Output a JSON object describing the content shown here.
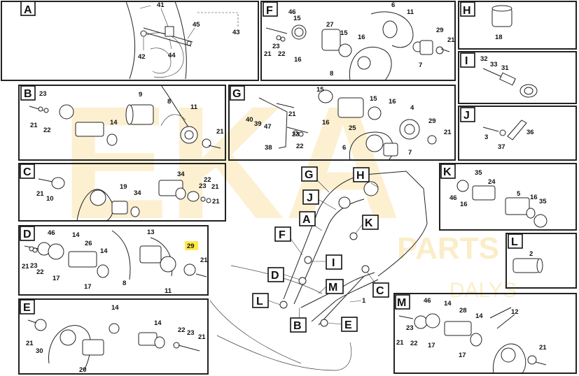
{
  "watermark": {
    "brand": "EKA",
    "lines": [
      "PARTS",
      "DALYS"
    ],
    "color": "#f5c64a"
  },
  "highlight": {
    "label": "29",
    "color": "#ffe94a"
  },
  "panels": [
    {
      "letter": "A",
      "callouts": [
        "41",
        "45",
        "43",
        "44",
        "42"
      ]
    },
    {
      "letter": "F",
      "callouts": [
        "46",
        "15",
        "27",
        "15",
        "16",
        "6",
        "11",
        "29",
        "21",
        "21",
        "23",
        "22",
        "16",
        "8",
        "7"
      ]
    },
    {
      "letter": "H",
      "callouts": [
        "18"
      ]
    },
    {
      "letter": "I",
      "callouts": [
        "32",
        "33",
        "31"
      ]
    },
    {
      "letter": "B",
      "callouts": [
        "23",
        "9",
        "8",
        "11",
        "21",
        "22",
        "14",
        "21"
      ]
    },
    {
      "letter": "G",
      "callouts": [
        "15",
        "16",
        "4",
        "21",
        "16",
        "15",
        "40",
        "39",
        "47",
        "25",
        "29",
        "21",
        "23",
        "22",
        "38",
        "6",
        "7"
      ]
    },
    {
      "letter": "J",
      "callouts": [
        "36",
        "3",
        "37"
      ]
    },
    {
      "letter": "C",
      "callouts": [
        "34",
        "22",
        "21",
        "23",
        "21",
        "19",
        "34",
        "21",
        "10"
      ]
    },
    {
      "letter": "K",
      "callouts": [
        "35",
        "24",
        "5",
        "46",
        "16",
        "16",
        "35"
      ]
    },
    {
      "letter": "D",
      "callouts": [
        "46",
        "14",
        "13",
        "26",
        "14",
        "29",
        "21",
        "23",
        "21",
        "22",
        "17",
        "17",
        "8",
        "11"
      ]
    },
    {
      "letter": "L",
      "callouts": [
        "2"
      ]
    },
    {
      "letter": "E",
      "callouts": [
        "14",
        "14",
        "22",
        "23",
        "21",
        "21",
        "30",
        "20"
      ]
    },
    {
      "letter": "M",
      "callouts": [
        "46",
        "14",
        "28",
        "12",
        "23",
        "14",
        "21",
        "22",
        "17",
        "17",
        "21"
      ]
    }
  ],
  "overview": {
    "tags": [
      "G",
      "H",
      "J",
      "A",
      "K",
      "F",
      "I",
      "D",
      "M",
      "C",
      "L",
      "B",
      "E"
    ],
    "callouts": [
      "1"
    ]
  }
}
